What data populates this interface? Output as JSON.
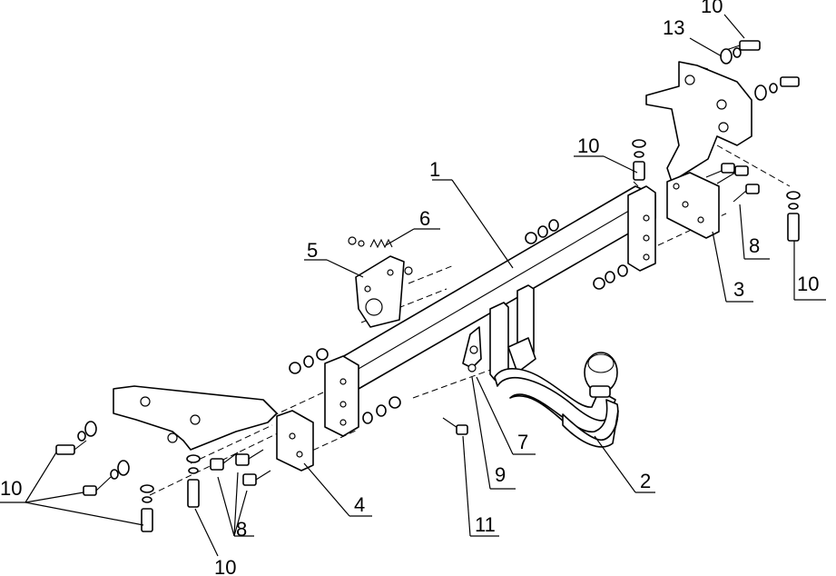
{
  "diagram": {
    "labels": [
      {
        "id": "main-bar",
        "text": "1"
      },
      {
        "id": "ball-arm",
        "text": "2"
      },
      {
        "id": "right-bracket",
        "text": "3"
      },
      {
        "id": "left-bracket",
        "text": "4"
      },
      {
        "id": "socket-plate",
        "text": "5"
      },
      {
        "id": "socket-spring",
        "text": "6"
      },
      {
        "id": "arm-mount",
        "text": "7"
      },
      {
        "id": "arm-plate",
        "text": "9"
      },
      {
        "id": "hitch-bolt",
        "text": "11"
      },
      {
        "id": "right-washer",
        "text": "13"
      },
      {
        "id": "right-bolts",
        "text": "8"
      },
      {
        "id": "left-bolts",
        "text": "8"
      },
      {
        "id": "top-right-bolt",
        "text": "10"
      },
      {
        "id": "mid-bolt",
        "text": "10"
      },
      {
        "id": "right-vertical-bolt",
        "text": "10"
      },
      {
        "id": "left-bolts-group",
        "text": "10"
      },
      {
        "id": "bottom-bolt",
        "text": "10"
      }
    ]
  }
}
